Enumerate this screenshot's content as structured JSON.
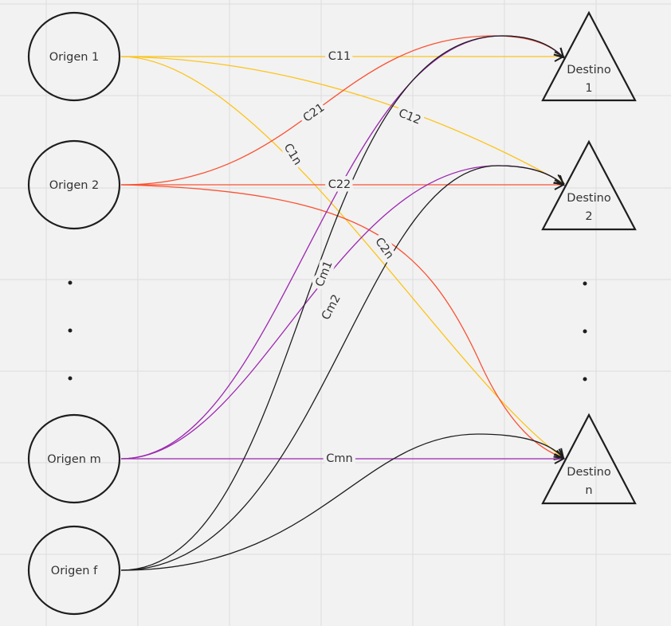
{
  "colors": {
    "c1": "#fcc419",
    "c2": "#fa5233",
    "cm": "#9c27b0",
    "cf": "#1e1e1e",
    "background": "#f2f2f2"
  },
  "origins": [
    {
      "label": "Origen 1"
    },
    {
      "label": "Origen 2"
    },
    {
      "label": "Origen m"
    },
    {
      "label": "Origen f"
    }
  ],
  "destinations": [
    {
      "line1": "Destino",
      "line2": "1"
    },
    {
      "line1": "Destino",
      "line2": "2"
    },
    {
      "line1": "Destino",
      "line2": "n"
    }
  ],
  "edges": {
    "c11": "C11",
    "c12": "C12",
    "c1n": "C1n",
    "c21": "C21",
    "c22": "C22",
    "c2n": "C2n",
    "cm1": "Cm1",
    "cm2": "Cm2",
    "cmn": "Cmn"
  }
}
